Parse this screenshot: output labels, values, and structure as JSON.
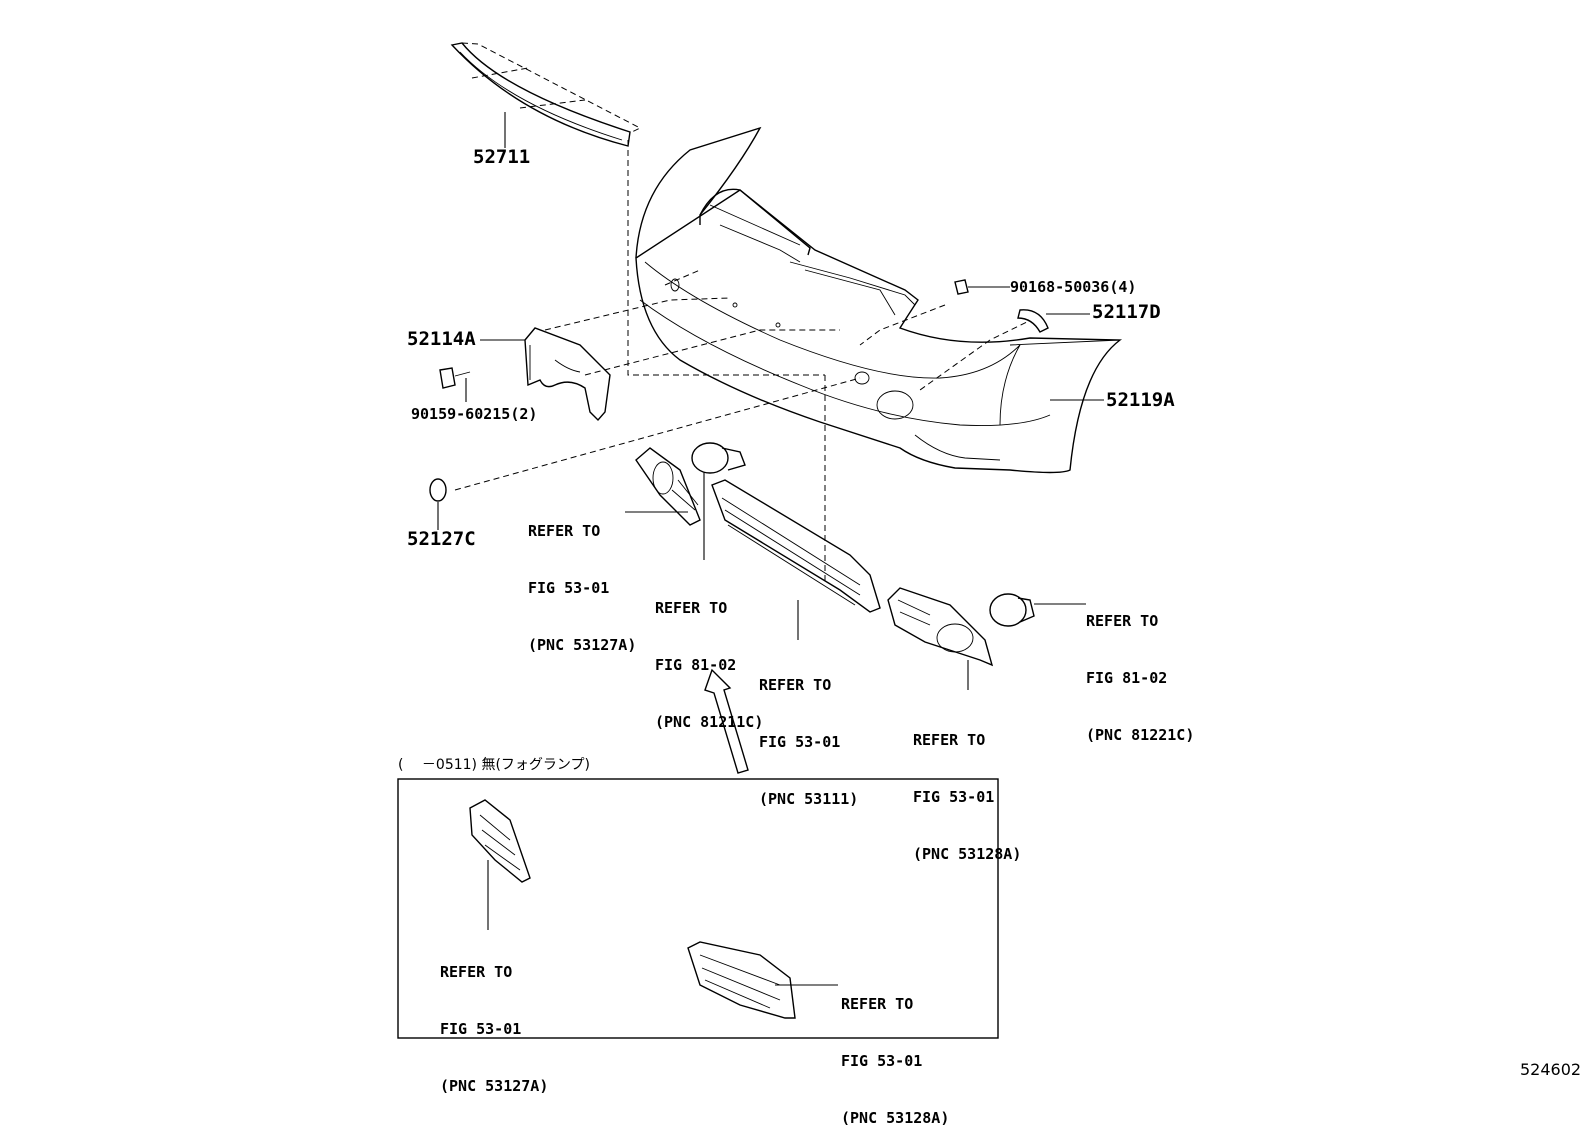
{
  "parts": {
    "molding_upper": "52711",
    "retainer_bolt": "90168-50036(4)",
    "cover_right": "52117D",
    "bracket_left": "52114A",
    "screw": "90159-60215(2)",
    "bumper_cover": "52119A",
    "cap": "52127C"
  },
  "refs": {
    "fog_cover_left": [
      "REFER TO",
      "FIG 53-01",
      "(PNC 53127A)"
    ],
    "fog_lamp_left": [
      "REFER TO",
      "FIG 81-02",
      "(PNC 81211C)"
    ],
    "grille_lower": [
      "REFER TO",
      "FIG 53-01",
      "(PNC 53111)"
    ],
    "fog_cover_right": [
      "REFER TO",
      "FIG 53-01",
      "(PNC 53128A)"
    ],
    "fog_lamp_right": [
      "REFER TO",
      "FIG 81-02",
      "(PNC 81221C)"
    ]
  },
  "inset": {
    "title": "(　 －0511) 無(フォグランプ)",
    "ref_left": [
      "REFER TO",
      "FIG 53-01",
      "(PNC 53127A)"
    ],
    "ref_right": [
      "REFER TO",
      "FIG 53-01",
      "(PNC 53128A)"
    ]
  },
  "figure_id": "524602"
}
